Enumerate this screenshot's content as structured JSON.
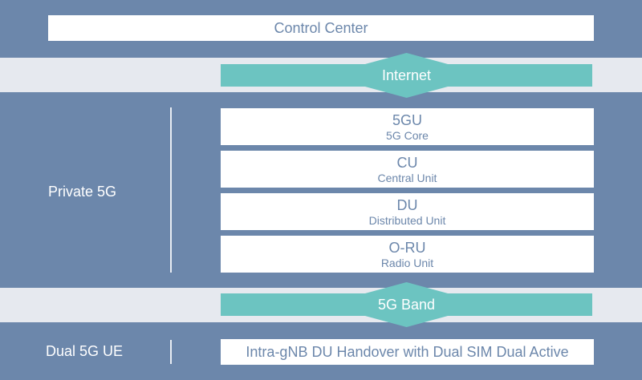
{
  "control_center": {
    "label": "Control Center"
  },
  "internet": {
    "label": "Internet"
  },
  "private_5g": {
    "label": "Private 5G",
    "layers": [
      {
        "title": "5GU",
        "subtitle": "5G Core"
      },
      {
        "title": "CU",
        "subtitle": "Central Unit"
      },
      {
        "title": "DU",
        "subtitle": "Distributed Unit"
      },
      {
        "title": "O-RU",
        "subtitle": "Radio Unit"
      }
    ]
  },
  "band": {
    "label": "5G Band"
  },
  "ue": {
    "label": "Dual 5G UE",
    "description": "Intra-gNB DU Handover with Dual SIM Dual Active"
  },
  "colors": {
    "background": "#6c87ab",
    "light_band": "#e6e9ef",
    "arrow": "#6cc4c1",
    "box": "#ffffff"
  }
}
